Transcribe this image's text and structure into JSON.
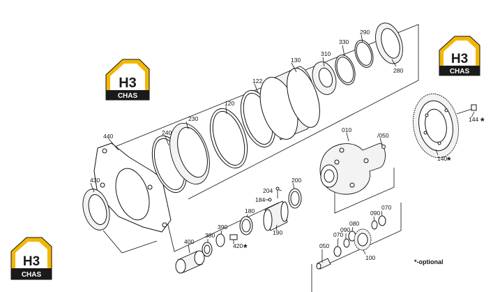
{
  "logo": {
    "mark": "H3",
    "text": "CHAS"
  },
  "note": "*-optional",
  "labels": {
    "l440": "440",
    "l430": "430",
    "l240": "240",
    "l230": "230",
    "l120": "120",
    "l122": "122",
    "l130": "130",
    "l310": "310",
    "l330": "330",
    "l290": "290",
    "l280": "280",
    "l010": "010",
    "l050a": "/050",
    "l144": "144",
    "l140": "140",
    "l204": "204",
    "l200": "200",
    "l184": "184",
    "l180": "180",
    "l190": "190",
    "l390": "390",
    "l380": "380",
    "l420": "420",
    "l400": "400",
    "l050b": "050",
    "l070a": "070",
    "l090a": "090",
    "l080": "080",
    "l090b": "090",
    "l070b": "070",
    "l100": "100"
  }
}
